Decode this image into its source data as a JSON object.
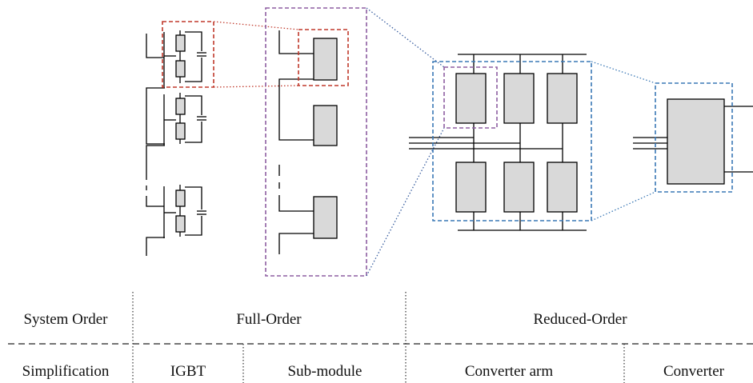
{
  "table": {
    "row1_header": "System Order",
    "full_order": "Full-Order",
    "reduced_order": "Reduced-Order",
    "row2_header": "Simplification",
    "igbt": "IGBT",
    "sub_module": "Sub-module",
    "converter_arm": "Converter arm",
    "converter": "Converter"
  },
  "colors": {
    "red_highlight": "#c0392b",
    "purple_highlight": "#8e5ea2",
    "blue_highlight": "#3a78b5",
    "block_fill": "#d9d9d9",
    "line": "#000000"
  }
}
